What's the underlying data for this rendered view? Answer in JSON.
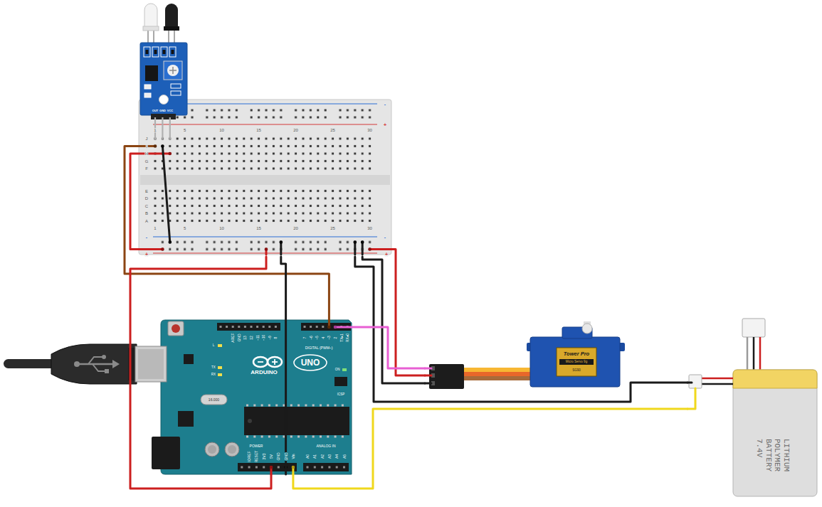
{
  "diagram": {
    "nodes": [
      {
        "text": [
          "OUT",
          "GND",
          "VCC"
        ]
      },
      {
        "text": [
          "1",
          "5",
          "10",
          "15",
          "20",
          "25",
          "30",
          "J",
          "I",
          "H",
          "G",
          "F",
          "E",
          "D",
          "C",
          "B",
          "A",
          "1",
          "5",
          "10",
          "15",
          "20",
          "25",
          "30",
          "-",
          "+",
          "-",
          "+",
          "-",
          "+"
        ]
      },
      {
        "text": [
          "ARDUINO",
          "UNO",
          "DIGITAL (PWM~)",
          "POWER",
          "ANALOG IN",
          "16.000",
          "L",
          "TX",
          "RX",
          "ON",
          "ICSP",
          "AREF",
          "GND",
          "13",
          "12",
          "~11",
          "~10",
          "~9",
          "8",
          "7",
          "~6",
          "~5",
          "4",
          "~3",
          "2",
          "TX▸1",
          "RX◂0",
          "IOREF",
          "RESET",
          "3V3",
          "5V",
          "GND",
          "GND",
          "Vin",
          "A0",
          "A1",
          "A2",
          "A3",
          "A4",
          "A5"
        ]
      },
      {
        "text": [
          "Tower Pro",
          "Micro Servo 9g",
          "SG90"
        ]
      },
      {
        "text": [
          "LITHIUM POLYMER BATTERY 7.4V"
        ]
      }
    ],
    "edges": [
      {
        "from": 1,
        "to": 2,
        "arrow": "none"
      },
      {
        "from": 1,
        "to": 2,
        "arrow": "none"
      },
      {
        "from": 1,
        "to": 2,
        "arrow": "none"
      },
      {
        "from": 1,
        "to": 3,
        "arrow": "none"
      },
      {
        "from": 1,
        "to": 4,
        "arrow": "none"
      },
      {
        "from": 1,
        "to": 3,
        "arrow": "none"
      },
      {
        "from": 2,
        "to": 3,
        "arrow": "none"
      },
      {
        "from": 2,
        "to": 4,
        "arrow": "none"
      }
    ]
  }
}
